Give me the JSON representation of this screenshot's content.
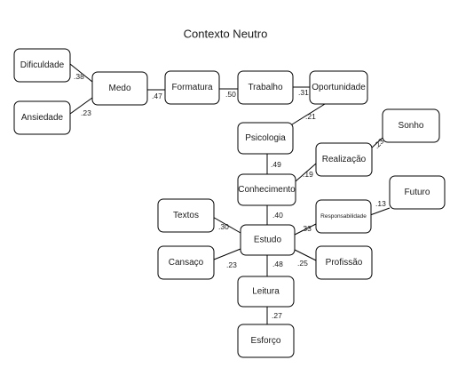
{
  "title": "Contexto Neutro",
  "nodes": {
    "dificuldade": "Dificuldade",
    "ansiedade": "Ansiedade",
    "medo": "Medo",
    "formatura": "Formatura",
    "trabalho": "Trabalho",
    "oportunidade": "Oportunidade",
    "psicologia": "Psicologia",
    "sonho": "Sonho",
    "realizacao": "Realização",
    "conhecimento": "Conhecimento",
    "futuro": "Futuro",
    "textos": "Textos",
    "responsabilidade": "Responsabilidade",
    "estudo": "Estudo",
    "cansaco": "Cansaço",
    "profissao": "Profissão",
    "leitura": "Leitura",
    "esforco": "Esforço"
  },
  "weights": {
    "dificuldade_medo": ".38",
    "ansiedade_medo": ".23",
    "medo_formatura": ".47",
    "formatura_trabalho": ".50",
    "trabalho_oportunidade": ".31",
    "oportunidade_psicologia": ".21",
    "sonho_realizacao": ".23",
    "realizacao_conhecimento": ".19",
    "psicologia_conhecimento": ".49",
    "conhecimento_estudo": ".40",
    "futuro_responsabilidade": ".13",
    "textos_estudo": ".30",
    "responsabilidade_estudo": ".33",
    "cansaco_estudo": ".23",
    "estudo_leitura": ".48",
    "profissao_estudo": ".25",
    "leitura_esforco": ".27"
  }
}
